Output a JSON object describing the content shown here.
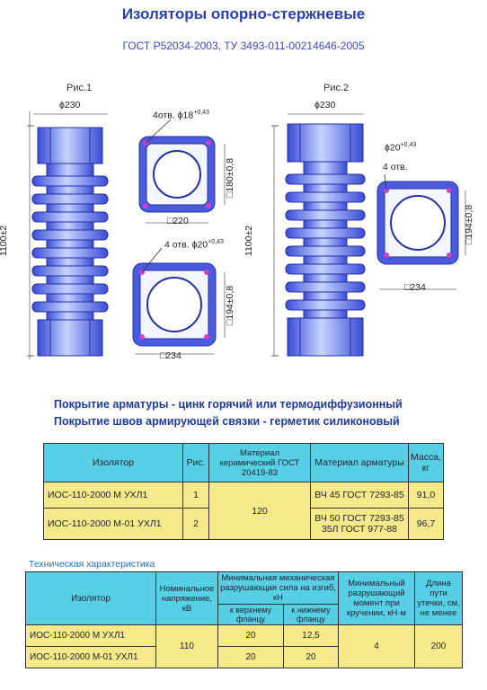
{
  "header": {
    "title": "Изоляторы опорно-стержневые",
    "standard": "ГОСТ Р52034-2003, ТУ 3493-011-00214646-2005"
  },
  "drawings": {
    "fig1_label": "Рис.1",
    "fig2_label": "Рис.2",
    "dia_230": "ϕ230",
    "height": "1100±2",
    "fig1_top_holes": "4отв. ϕ18",
    "fig1_top_tol": "+0,43",
    "fig1_top_side": "□180±0,8",
    "fig1_top_width": "□220",
    "fig1_bot_holes": "4 отв. ϕ20",
    "fig1_bot_tol": "+0,43",
    "fig1_bot_side": "□194±0,8",
    "fig1_bot_width": "□234",
    "fig2_holes_dia": "ϕ20",
    "fig2_holes_tol": "+0,43",
    "fig2_holes": "4 отв.",
    "fig2_side": "□194±0,8",
    "fig2_width": "□234"
  },
  "coating": {
    "line1": "Покрытие арматуры - цинк горячий или термодиффузионный",
    "line2": "Покрытие швов армирующей связки - герметик силиконовый"
  },
  "table1": {
    "headers": [
      "Изолятор",
      "Рис.",
      "Материал керамический ГОСТ 20419-83",
      "Материал арматуры",
      "Масса, кг"
    ],
    "rows": [
      {
        "insulator": "ИОС-110-2000 М УХЛ1",
        "fig": "1",
        "material": "ВЧ 45 ГОСТ 7293-85",
        "mass": "91,0"
      },
      {
        "insulator": "ИОС-110-2000 М-01 УХЛ1",
        "fig": "2",
        "material_a": "ВЧ 50 ГОСТ 7293-85",
        "material_b": "35Л ГОСТ 977-88",
        "mass": "96,7"
      }
    ],
    "ceramic": "120"
  },
  "tech": {
    "label": "Техническая характеристика",
    "h_insulator": "Изолятор",
    "h_voltage": "Номинальное напряжение, кВ",
    "h_bend": "Минимальная механическая разрушающая сила на изгиб, кН",
    "h_bend_top": "к верхнему фланцу",
    "h_bend_bottom": "к нижнему фланцу",
    "h_torsion": "Минимальный разрушающий момент при кручении, кН·м",
    "h_leak": "Длина пути утечки, см, не менее",
    "rows": [
      {
        "insulator": "ИОС-110-2000 М УХЛ1",
        "top": "20",
        "bottom": "12,5"
      },
      {
        "insulator": "ИОС-110-2000 М-01 УХЛ1",
        "top": "20",
        "bottom": "20"
      }
    ],
    "voltage": "110",
    "torsion": "4",
    "leak": "200"
  }
}
